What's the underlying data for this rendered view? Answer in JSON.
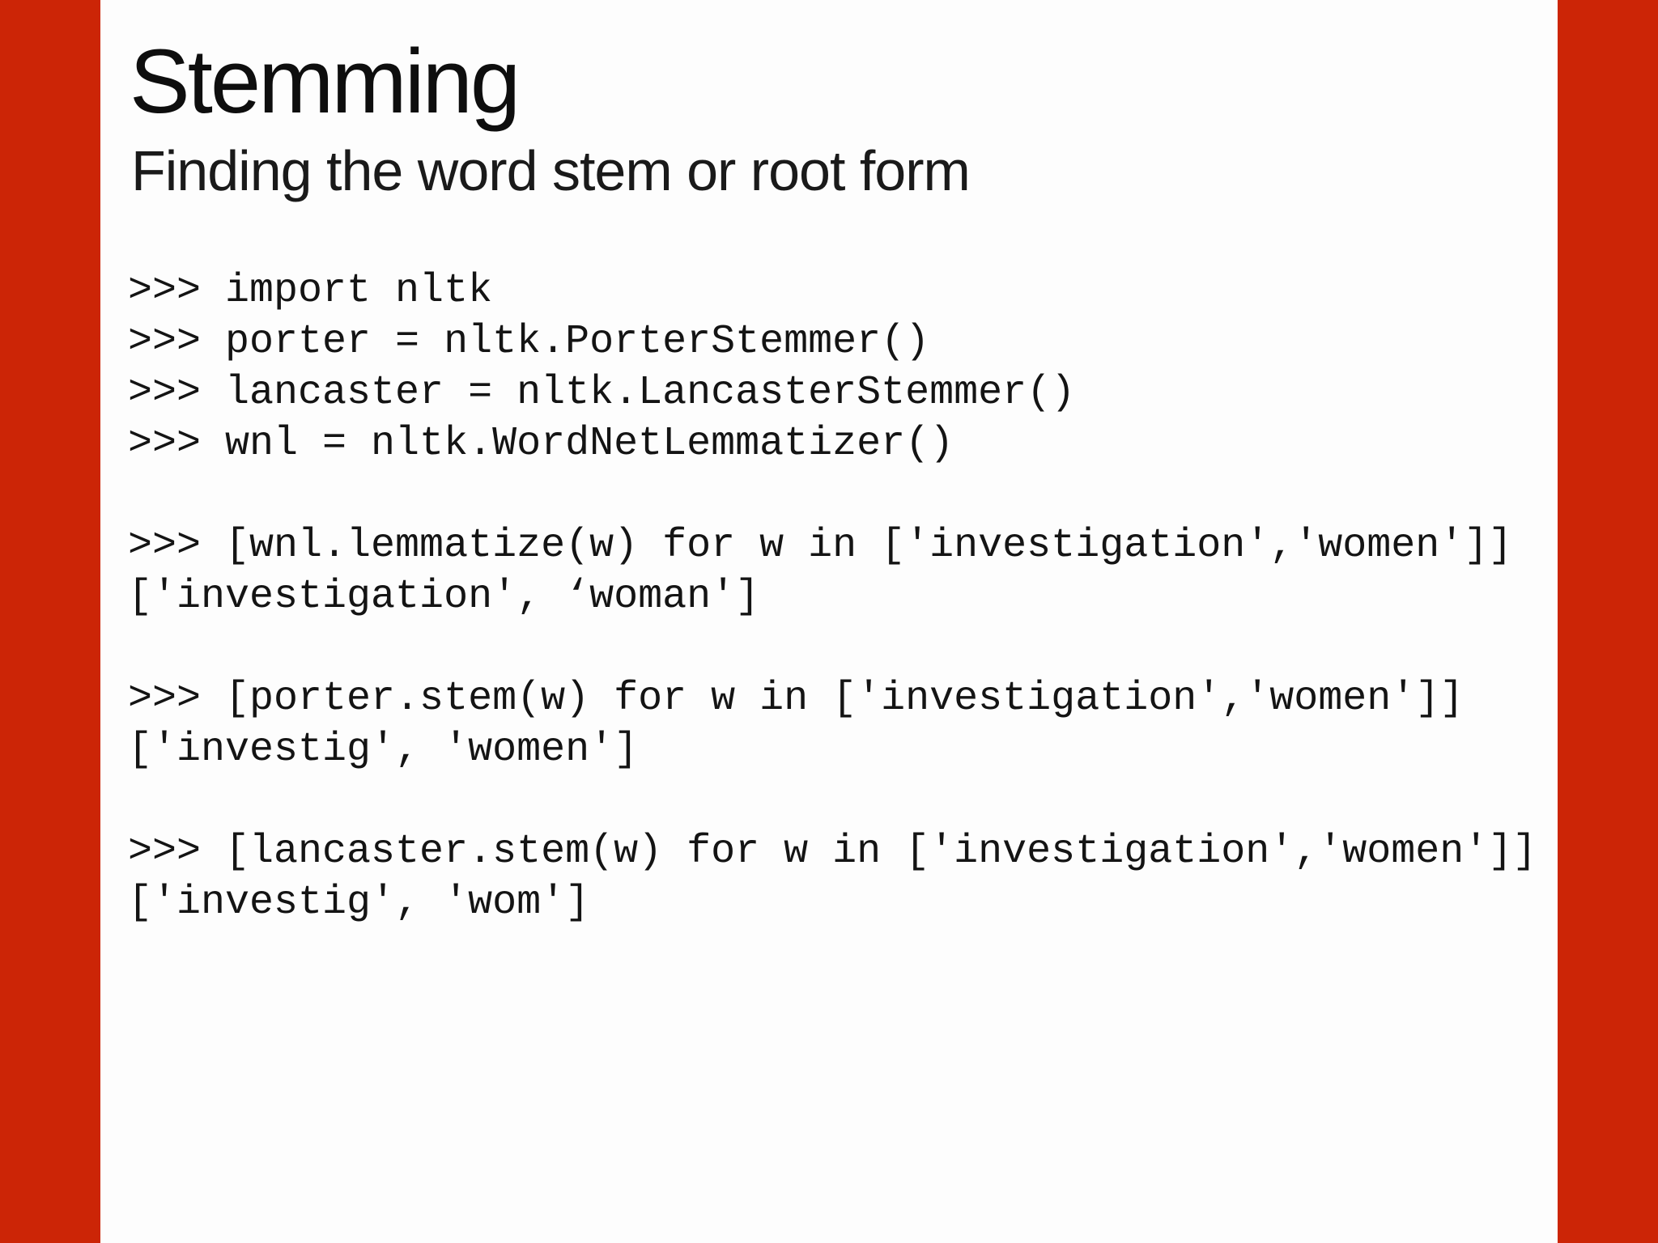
{
  "slide": {
    "title": "Stemming",
    "subtitle": "Finding the word stem or root form",
    "accent_color": "#CC2506",
    "background_color": "#fdfdfd",
    "code_lines": [
      ">>> import nltk",
      ">>> porter = nltk.PorterStemmer()",
      ">>> lancaster = nltk.LancasterStemmer()",
      ">>> wnl = nltk.WordNetLemmatizer()",
      "",
      ">>> [wnl.lemmatize(w) for w in ['investigation','women']]",
      "['investigation', ‘woman']",
      "",
      ">>> [porter.stem(w) for w in ['investigation','women']]",
      "['investig', 'women']",
      "",
      ">>> [lancaster.stem(w) for w in ['investigation','women']]",
      "['investig', 'wom']"
    ]
  }
}
